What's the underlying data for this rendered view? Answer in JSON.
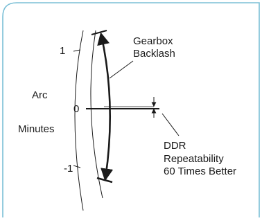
{
  "diagram": {
    "labels": {
      "tick_top": "1",
      "tick_zero": "0",
      "tick_bottom": "-1",
      "axis_word_1": "Arc",
      "axis_word_2": "Minutes",
      "gearbox_line_1": "Gearbox",
      "gearbox_line_2": "Backlash",
      "ddr_line_1": "DDR",
      "ddr_line_2": "Repeatability",
      "ddr_line_3": "60 Times Better"
    },
    "colors": {
      "frame": "#7bbfd6",
      "ink": "#1a1a1a"
    }
  }
}
